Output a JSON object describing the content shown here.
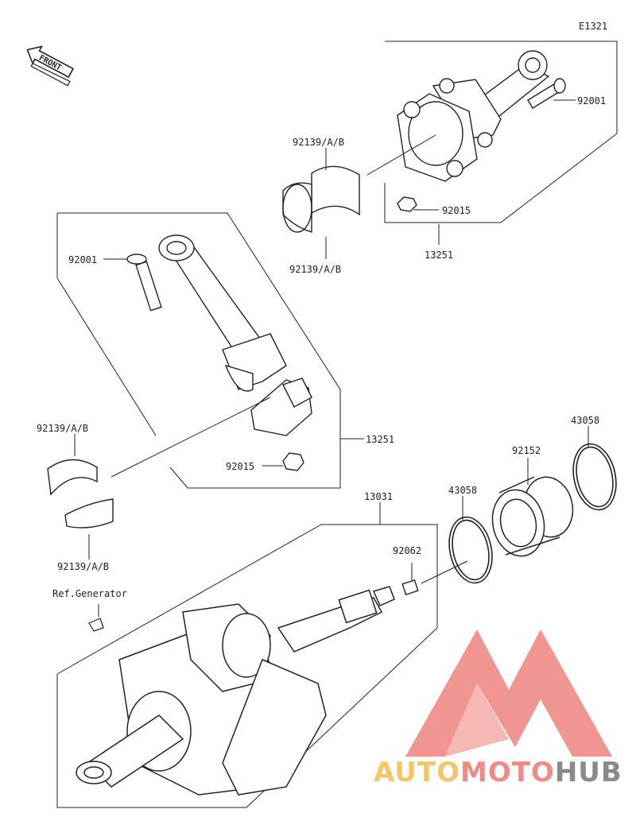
{
  "diagram": {
    "code": "E1321",
    "front_label": "FRONT",
    "labels": {
      "bolt_upper": "92001",
      "bearing_upper_top": "92139/A/B",
      "bearing_upper_bottom": "92139/A/B",
      "nut_upper": "92015",
      "conrod_assy_upper": "13251",
      "bolt_middle": "92001",
      "conrod_assy_middle": "13251",
      "nut_middle": "92015",
      "bearing_left_top": "92139/A/B",
      "bearing_left_bottom": "92139/A/B",
      "crankshaft_assy": "13031",
      "ring_outer": "43058",
      "ring_inner": "43058",
      "collar": "92152",
      "plug": "92062",
      "ref_generator": "Ref.Generator"
    }
  },
  "watermark": {
    "text_auto": "AUTO",
    "text_moto": "MOTO",
    "text_hub": "HUB",
    "color_primary": "#f08a85",
    "color_secondary": "#f2c766",
    "color_hub": "#8a8a8a"
  }
}
